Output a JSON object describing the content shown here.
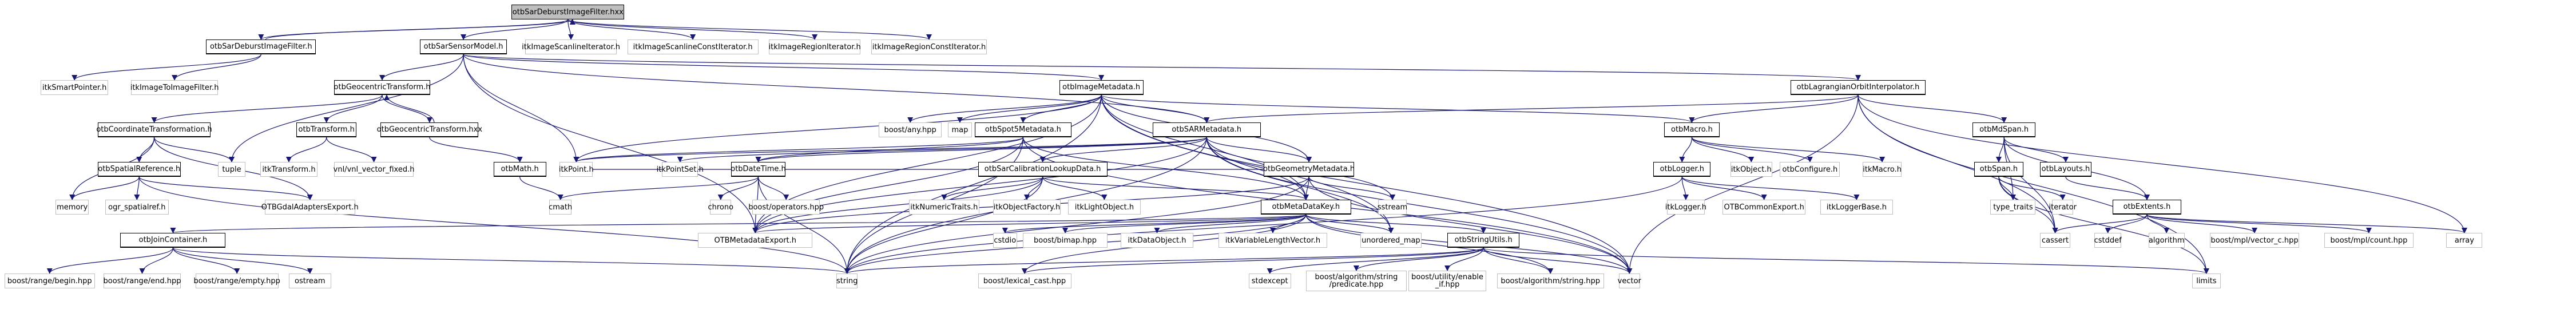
{
  "graph": {
    "title": "Include dependency graph for otbSarDeburstImageFilter.hxx",
    "edge_color": "#191970",
    "root_fill": "#bfbfbf",
    "nodes": [
      {
        "id": "root",
        "label": "otbSarDeburstImageFilter.hxx",
        "kind": "root"
      },
      {
        "id": "deburst_h",
        "label": "otbSarDeburstImageFilter.h",
        "kind": "doc"
      },
      {
        "id": "sensormodel",
        "label": "otbSarSensorModel.h",
        "kind": "doc"
      },
      {
        "id": "scanit",
        "label": "itkImageScanlineIterator.h",
        "kind": "ext"
      },
      {
        "id": "scancit",
        "label": "itkImageScanlineConstIterator.h",
        "kind": "ext"
      },
      {
        "id": "regit",
        "label": "itkImageRegionIterator.h",
        "kind": "ext"
      },
      {
        "id": "regcit",
        "label": "itkImageRegionConstIterator.h",
        "kind": "ext"
      },
      {
        "id": "smartptr",
        "label": "itkSmartPointer.h",
        "kind": "ext"
      },
      {
        "id": "img2img",
        "label": "itkImageToImageFilter.h",
        "kind": "ext"
      },
      {
        "id": "geocentric_h",
        "label": "otbGeocentricTransform.h",
        "kind": "doc"
      },
      {
        "id": "imagemeta",
        "label": "otbImageMetadata.h",
        "kind": "doc"
      },
      {
        "id": "lagrange",
        "label": "otbLagrangianOrbitInterpolator.h",
        "kind": "doc"
      },
      {
        "id": "coordtrans",
        "label": "otbCoordinateTransformation.h",
        "kind": "doc"
      },
      {
        "id": "transform",
        "label": "otbTransform.h",
        "kind": "doc"
      },
      {
        "id": "geocentric_hxx",
        "label": "otbGeocentricTransform.hxx",
        "kind": "doc"
      },
      {
        "id": "boostany",
        "label": "boost/any.hpp",
        "kind": "ext"
      },
      {
        "id": "map",
        "label": "map",
        "kind": "ext"
      },
      {
        "id": "spot5",
        "label": "otbSpot5Metadata.h",
        "kind": "doc"
      },
      {
        "id": "sarmeta",
        "label": "otbSARMetadata.h",
        "kind": "doc"
      },
      {
        "id": "macro",
        "label": "otbMacro.h",
        "kind": "doc"
      },
      {
        "id": "mdspan",
        "label": "otbMdSpan.h",
        "kind": "doc"
      },
      {
        "id": "spatialref",
        "label": "otbSpatialReference.h",
        "kind": "doc"
      },
      {
        "id": "tuple",
        "label": "tuple",
        "kind": "ext"
      },
      {
        "id": "itktransform",
        "label": "itkTransform.h",
        "kind": "ext"
      },
      {
        "id": "vnlfixed",
        "label": "vnl/vnl_vector_fixed.h",
        "kind": "ext"
      },
      {
        "id": "math",
        "label": "otbMath.h",
        "kind": "doc"
      },
      {
        "id": "itkpoint",
        "label": "itkPoint.h",
        "kind": "ext"
      },
      {
        "id": "itkpointset",
        "label": "itkPointSet.h",
        "kind": "ext"
      },
      {
        "id": "datetime",
        "label": "otbDateTime.h",
        "kind": "doc"
      },
      {
        "id": "calib",
        "label": "otbSarCalibrationLookupData.h",
        "kind": "doc"
      },
      {
        "id": "geommeta",
        "label": "otbGeometryMetadata.h",
        "kind": "doc"
      },
      {
        "id": "logger",
        "label": "otbLogger.h",
        "kind": "doc"
      },
      {
        "id": "itkobject",
        "label": "itkObject.h",
        "kind": "ext"
      },
      {
        "id": "configure",
        "label": "otbConfigure.h",
        "kind": "ext"
      },
      {
        "id": "itkmacro",
        "label": "itkMacro.h",
        "kind": "ext"
      },
      {
        "id": "span",
        "label": "otbSpan.h",
        "kind": "doc"
      },
      {
        "id": "layouts",
        "label": "otbLayouts.h",
        "kind": "doc"
      },
      {
        "id": "memory",
        "label": "memory",
        "kind": "ext"
      },
      {
        "id": "ogr",
        "label": "ogr_spatialref.h",
        "kind": "ext"
      },
      {
        "id": "gdalexport",
        "label": "OTBGdalAdaptersExport.h",
        "kind": "ext"
      },
      {
        "id": "cmath",
        "label": "cmath",
        "kind": "ext"
      },
      {
        "id": "chrono",
        "label": "chrono",
        "kind": "ext"
      },
      {
        "id": "boostops",
        "label": "boost/operators.hpp",
        "kind": "ext"
      },
      {
        "id": "numtraits",
        "label": "itkNumericTraits.h",
        "kind": "ext"
      },
      {
        "id": "objfactory",
        "label": "itkObjectFactory.h",
        "kind": "ext"
      },
      {
        "id": "lightobj",
        "label": "itkLightObject.h",
        "kind": "ext"
      },
      {
        "id": "metadatakey",
        "label": "otbMetaDataKey.h",
        "kind": "doc"
      },
      {
        "id": "sstream",
        "label": "sstream",
        "kind": "ext"
      },
      {
        "id": "itklogger",
        "label": "itkLogger.h",
        "kind": "ext"
      },
      {
        "id": "commonexport",
        "label": "OTBCommonExport.h",
        "kind": "ext"
      },
      {
        "id": "loggerbase",
        "label": "itkLoggerBase.h",
        "kind": "ext"
      },
      {
        "id": "typetraits",
        "label": "type_traits",
        "kind": "ext"
      },
      {
        "id": "iterator",
        "label": "iterator",
        "kind": "ext"
      },
      {
        "id": "extents",
        "label": "otbExtents.h",
        "kind": "doc"
      },
      {
        "id": "joincont",
        "label": "otbJoinContainer.h",
        "kind": "doc"
      },
      {
        "id": "metaexport",
        "label": "OTBMetadataExport.h",
        "kind": "ext"
      },
      {
        "id": "cstdio",
        "label": "cstdio",
        "kind": "ext"
      },
      {
        "id": "bimap",
        "label": "boost/bimap.hpp",
        "kind": "ext"
      },
      {
        "id": "dataobj",
        "label": "itkDataObject.h",
        "kind": "ext"
      },
      {
        "id": "varlen",
        "label": "itkVariableLengthVector.h",
        "kind": "ext"
      },
      {
        "id": "umap",
        "label": "unordered_map",
        "kind": "ext"
      },
      {
        "id": "strutils",
        "label": "otbStringUtils.h",
        "kind": "doc"
      },
      {
        "id": "cassert",
        "label": "cassert",
        "kind": "ext"
      },
      {
        "id": "cstddef",
        "label": "cstddef",
        "kind": "ext"
      },
      {
        "id": "algorithm",
        "label": "algorithm",
        "kind": "ext"
      },
      {
        "id": "mplvec",
        "label": "boost/mpl/vector_c.hpp",
        "kind": "ext"
      },
      {
        "id": "mplcount",
        "label": "boost/mpl/count.hpp",
        "kind": "ext"
      },
      {
        "id": "array",
        "label": "array",
        "kind": "ext"
      },
      {
        "id": "rbegin",
        "label": "boost/range/begin.hpp",
        "kind": "ext"
      },
      {
        "id": "rend",
        "label": "boost/range/end.hpp",
        "kind": "ext"
      },
      {
        "id": "rempty",
        "label": "boost/range/empty.hpp",
        "kind": "ext"
      },
      {
        "id": "ostream",
        "label": "ostream",
        "kind": "ext"
      },
      {
        "id": "string",
        "label": "string",
        "kind": "ext"
      },
      {
        "id": "lexcast",
        "label": "boost/lexical_cast.hpp",
        "kind": "ext"
      },
      {
        "id": "stdexcept",
        "label": "stdexcept",
        "kind": "ext"
      },
      {
        "id": "predicate",
        "label": "boost/algorithm/string /predicate.hpp",
        "kind": "ext"
      },
      {
        "id": "enableif",
        "label": "boost/utility/enable _if.hpp",
        "kind": "ext"
      },
      {
        "id": "algostring",
        "label": "boost/algorithm/string.hpp",
        "kind": "ext"
      },
      {
        "id": "vector",
        "label": "vector",
        "kind": "ext"
      },
      {
        "id": "limits",
        "label": "limits",
        "kind": "ext"
      }
    ],
    "edges": [
      [
        "root",
        "deburst_h"
      ],
      [
        "deburst_h",
        "root"
      ],
      [
        "root",
        "sensormodel"
      ],
      [
        "root",
        "scanit"
      ],
      [
        "root",
        "scancit"
      ],
      [
        "root",
        "regit"
      ],
      [
        "root",
        "regcit"
      ],
      [
        "deburst_h",
        "smartptr"
      ],
      [
        "deburst_h",
        "img2img"
      ],
      [
        "sensormodel",
        "geocentric_h"
      ],
      [
        "sensormodel",
        "imagemeta"
      ],
      [
        "sensormodel",
        "lagrange"
      ],
      [
        "sensormodel",
        "sarmeta"
      ],
      [
        "sensormodel",
        "itkpoint"
      ],
      [
        "sensormodel",
        "tuple"
      ],
      [
        "sensormodel",
        "metaexport"
      ],
      [
        "geocentric_h",
        "coordtrans"
      ],
      [
        "geocentric_h",
        "transform"
      ],
      [
        "geocentric_h",
        "geocentric_hxx"
      ],
      [
        "geocentric_hxx",
        "geocentric_h"
      ],
      [
        "geocentric_hxx",
        "math"
      ],
      [
        "coordtrans",
        "spatialref"
      ],
      [
        "coordtrans",
        "memory"
      ],
      [
        "coordtrans",
        "tuple"
      ],
      [
        "coordtrans",
        "gdalexport"
      ],
      [
        "spatialref",
        "memory"
      ],
      [
        "spatialref",
        "ogr"
      ],
      [
        "spatialref",
        "gdalexport"
      ],
      [
        "spatialref",
        "string"
      ],
      [
        "transform",
        "itktransform"
      ],
      [
        "transform",
        "vnlfixed"
      ],
      [
        "math",
        "cmath"
      ],
      [
        "imagemeta",
        "boostany"
      ],
      [
        "imagemeta",
        "map"
      ],
      [
        "imagemeta",
        "spot5"
      ],
      [
        "imagemeta",
        "sarmeta"
      ],
      [
        "imagemeta",
        "geommeta"
      ],
      [
        "imagemeta",
        "macro"
      ],
      [
        "imagemeta",
        "metadatakey"
      ],
      [
        "imagemeta",
        "metaexport"
      ],
      [
        "imagemeta",
        "string"
      ],
      [
        "imagemeta",
        "vector"
      ],
      [
        "imagemeta",
        "umap"
      ],
      [
        "imagemeta",
        "itkpoint"
      ],
      [
        "spot5",
        "datetime"
      ],
      [
        "spot5",
        "itkpoint"
      ],
      [
        "spot5",
        "metaexport"
      ],
      [
        "spot5",
        "string"
      ],
      [
        "spot5",
        "vector"
      ],
      [
        "spot5",
        "metadatakey"
      ],
      [
        "sarmeta",
        "itkpoint"
      ],
      [
        "sarmeta",
        "itkpointset"
      ],
      [
        "sarmeta",
        "datetime"
      ],
      [
        "sarmeta",
        "calib"
      ],
      [
        "sarmeta",
        "geommeta"
      ],
      [
        "sarmeta",
        "metadatakey"
      ],
      [
        "sarmeta",
        "metaexport"
      ],
      [
        "sarmeta",
        "string"
      ],
      [
        "sarmeta",
        "vector"
      ],
      [
        "sarmeta",
        "sstream"
      ],
      [
        "sarmeta",
        "umap"
      ],
      [
        "datetime",
        "chrono"
      ],
      [
        "datetime",
        "boostops"
      ],
      [
        "datetime",
        "cmath"
      ],
      [
        "datetime",
        "string"
      ],
      [
        "datetime",
        "metaexport"
      ],
      [
        "calib",
        "numtraits"
      ],
      [
        "calib",
        "objfactory"
      ],
      [
        "calib",
        "lightobj"
      ],
      [
        "calib",
        "metadatakey"
      ],
      [
        "calib",
        "metaexport"
      ],
      [
        "calib",
        "string"
      ],
      [
        "geommeta",
        "metadatakey"
      ],
      [
        "geommeta",
        "metaexport"
      ],
      [
        "geommeta",
        "string"
      ],
      [
        "geommeta",
        "vector"
      ],
      [
        "geommeta",
        "sstream"
      ],
      [
        "geommeta",
        "itkpoint"
      ],
      [
        "metadatakey",
        "joincont"
      ],
      [
        "metadatakey",
        "metaexport"
      ],
      [
        "metadatakey",
        "cstdio"
      ],
      [
        "metadatakey",
        "bimap"
      ],
      [
        "metadatakey",
        "dataobj"
      ],
      [
        "metadatakey",
        "varlen"
      ],
      [
        "metadatakey",
        "umap"
      ],
      [
        "metadatakey",
        "strutils"
      ],
      [
        "metadatakey",
        "string"
      ],
      [
        "metadatakey",
        "lexcast"
      ],
      [
        "metadatakey",
        "vector"
      ],
      [
        "metadatakey",
        "algostring"
      ],
      [
        "joincont",
        "rbegin"
      ],
      [
        "joincont",
        "rend"
      ],
      [
        "joincont",
        "rempty"
      ],
      [
        "joincont",
        "ostream"
      ],
      [
        "joincont",
        "string"
      ],
      [
        "strutils",
        "string"
      ],
      [
        "strutils",
        "lexcast"
      ],
      [
        "strutils",
        "stdexcept"
      ],
      [
        "strutils",
        "predicate"
      ],
      [
        "strutils",
        "enableif"
      ],
      [
        "strutils",
        "algostring"
      ],
      [
        "strutils",
        "vector"
      ],
      [
        "strutils",
        "limits"
      ],
      [
        "lagrange",
        "sarmeta"
      ],
      [
        "lagrange",
        "macro"
      ],
      [
        "lagrange",
        "mdspan"
      ],
      [
        "lagrange",
        "vector"
      ],
      [
        "lagrange",
        "cassert"
      ],
      [
        "lagrange",
        "array"
      ],
      [
        "lagrange",
        "limits"
      ],
      [
        "macro",
        "logger"
      ],
      [
        "macro",
        "itkobject"
      ],
      [
        "macro",
        "configure"
      ],
      [
        "macro",
        "itkmacro"
      ],
      [
        "logger",
        "itklogger"
      ],
      [
        "logger",
        "commonexport"
      ],
      [
        "logger",
        "loggerbase"
      ],
      [
        "logger",
        "string"
      ],
      [
        "mdspan",
        "typetraits"
      ],
      [
        "mdspan",
        "span"
      ],
      [
        "mdspan",
        "layouts"
      ],
      [
        "mdspan",
        "extents"
      ],
      [
        "mdspan",
        "cassert"
      ],
      [
        "span",
        "typetraits"
      ],
      [
        "span",
        "iterator"
      ],
      [
        "span",
        "cassert"
      ],
      [
        "span",
        "limits"
      ],
      [
        "layouts",
        "extents"
      ],
      [
        "extents",
        "cassert"
      ],
      [
        "extents",
        "cstddef"
      ],
      [
        "extents",
        "algorithm"
      ],
      [
        "extents",
        "mplvec"
      ],
      [
        "extents",
        "mplcount"
      ],
      [
        "extents",
        "array"
      ]
    ]
  }
}
